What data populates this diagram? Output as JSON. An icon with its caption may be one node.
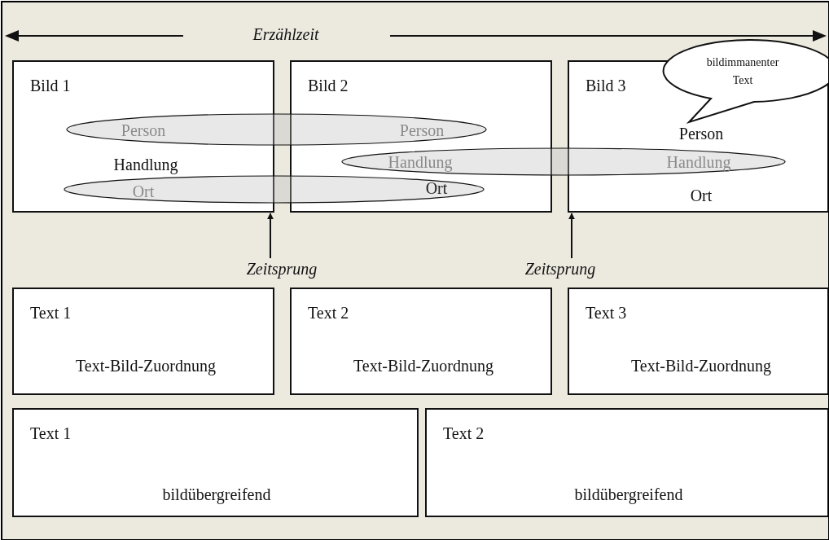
{
  "diagram": {
    "nodes": [
      {
        "text": [
          "Bild 1",
          "Handlung"
        ]
      },
      {
        "text": [
          "Bild 2"
        ]
      },
      {
        "text": [
          "Bild 3",
          "Person",
          "Ort"
        ]
      },
      {
        "text": [
          "bildimmanenter Text"
        ]
      },
      {
        "text": [
          "Person",
          "Person"
        ]
      },
      {
        "text": [
          "Handlung",
          "Handlung"
        ]
      },
      {
        "text": [
          "Ort",
          "Ort"
        ]
      },
      {
        "text": [
          "Zeitsprung"
        ]
      },
      {
        "text": [
          "Zeitsprung"
        ]
      },
      {
        "text": [
          "Text 1",
          "Text-Bild-Zuordnung"
        ]
      },
      {
        "text": [
          "Text 2",
          "Text-Bild-Zuordnung"
        ]
      },
      {
        "text": [
          "Text 3",
          "Text-Bild-Zuordnung"
        ]
      },
      {
        "text": [
          "Text 1",
          "bildübergreifend"
        ]
      },
      {
        "text": [
          "Text 2",
          "bildübergreifend"
        ]
      }
    ],
    "edges": [
      {
        "from": 7,
        "to": 0,
        "arrow": "to"
      },
      {
        "from": 8,
        "to": 2,
        "arrow": "to"
      }
    ],
    "labels": [
      "Erzählzeit"
    ]
  }
}
